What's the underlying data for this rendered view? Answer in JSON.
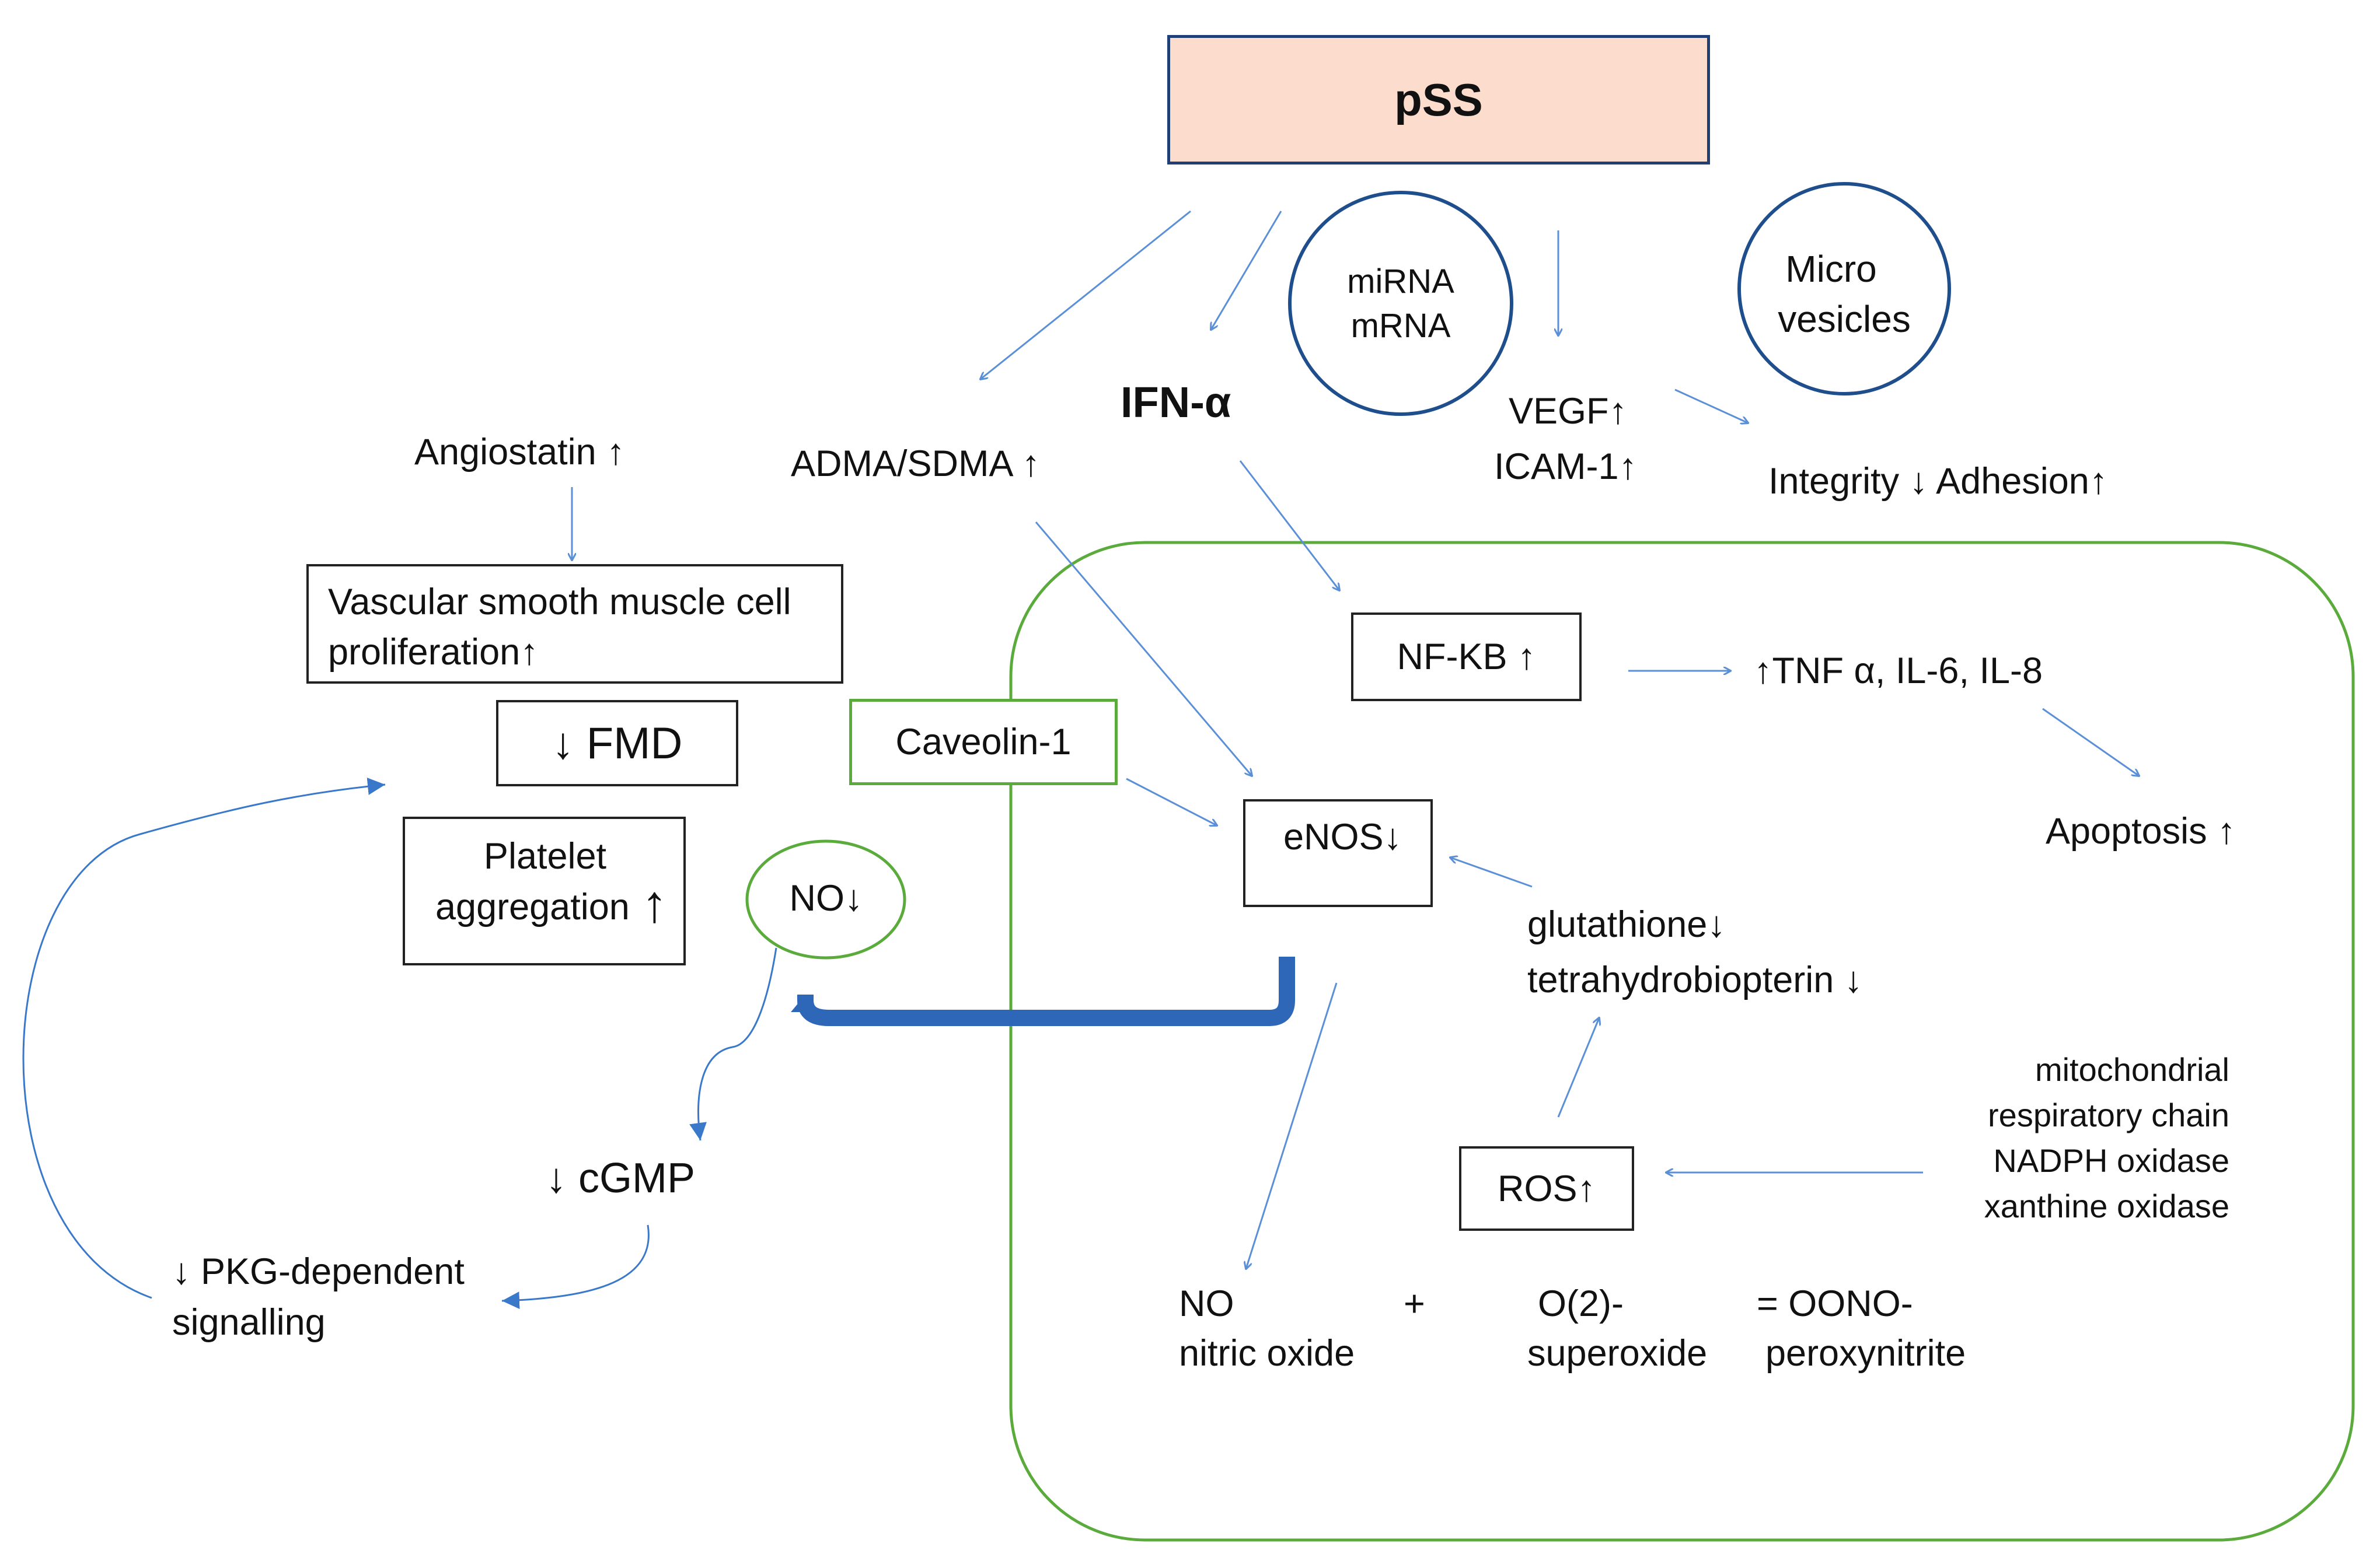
{
  "title_box": {
    "label": "pSS",
    "fill": "#fbdccd",
    "border": "#1f3f75"
  },
  "circles": {
    "mirna": [
      "miRNA",
      "mRNA"
    ],
    "microvesicles": [
      "Micro",
      "vesicles"
    ]
  },
  "labels": {
    "ifn": "IFN-α",
    "adma": "ADMA/SDMA ↑",
    "vegf": "VEGF↑",
    "icam": "ICAM-1↑",
    "integrity": "Integrity ↓  Adhesion↑",
    "angiostatin": "Angiostatin ↑",
    "tnf": "↑TNF α, IL-6, IL-8",
    "apoptosis": "Apoptosis ↑",
    "glutathione": "glutathione↓",
    "tetrahydrobiopterin": "tetrahydrobiopterin ↓",
    "mito1": "mitochondrial",
    "mito2": "respiratory chain",
    "mito3": "NADPH oxidase",
    "mito4": "xanthine oxidase",
    "cgmp": "↓ cGMP",
    "pkg1": "↓ PKG-dependent",
    "pkg2": "signalling",
    "no_label": "NO",
    "no_desc": "nitric oxide",
    "plus": "+",
    "o2_label": "O(2)-",
    "o2_desc": "superoxide",
    "eq_label": "=  OONO-",
    "eq_desc": "peroxynitrite"
  },
  "boxes": {
    "vsmc_line1": "Vascular smooth muscle cell",
    "vsmc_line2": "proliferation↑",
    "fmd": "↓ FMD",
    "platelet1": "Platelet",
    "platelet2": "aggregation",
    "platelet_arrow": "↑",
    "caveolin": "Caveolin-1",
    "nfkb": "NF-KB ↑",
    "enos": "eNOS↓",
    "ros": "ROS↑",
    "no_ellipse": "NO↓"
  },
  "colors": {
    "arrow": "#5b8fd6",
    "big_arrow": "#2e67b8",
    "green": "#5aab3c",
    "circle_border": "#1f4e8c",
    "text": "#111111"
  }
}
